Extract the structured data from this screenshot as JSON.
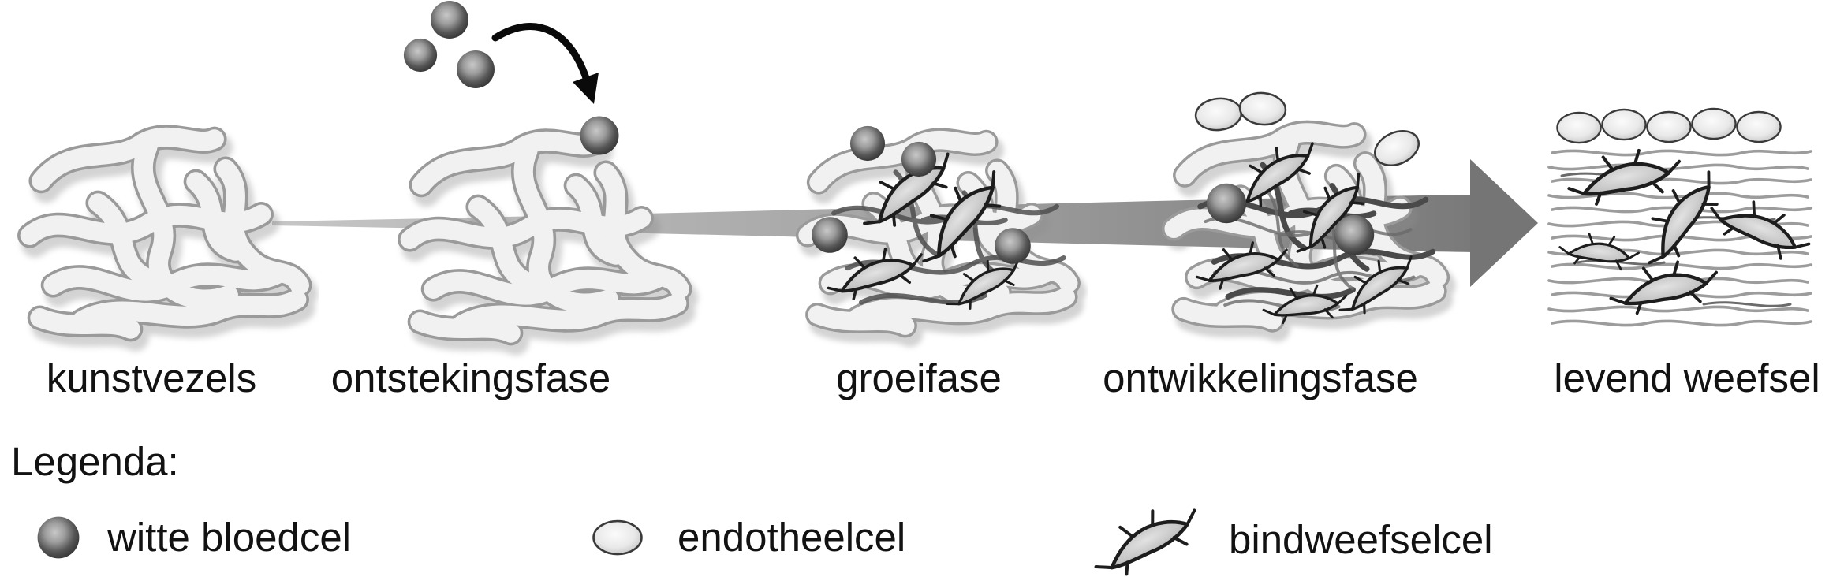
{
  "diagram": {
    "stages": [
      {
        "id": "kunstvezels",
        "label": "kunstvezels"
      },
      {
        "id": "ontstekingsfase",
        "label": "ontstekingsfase"
      },
      {
        "id": "groeifase",
        "label": "groeifase"
      },
      {
        "id": "ontwikkelingsfase",
        "label": "ontwikkelingsfase"
      },
      {
        "id": "levend-weefsel",
        "label": "levend weefsel"
      }
    ],
    "legend": {
      "title": "Legenda:",
      "items": [
        {
          "icon": "white-blood-cell-icon",
          "label": "witte bloedcel"
        },
        {
          "icon": "endothelial-cell-icon",
          "label": "endotheelcel"
        },
        {
          "icon": "connective-tissue-cell-icon",
          "label": "bindweefselcel"
        }
      ]
    },
    "colors": {
      "background": "#ffffff",
      "text": "#121212",
      "process_arrow_start": "#c6c6c6",
      "process_arrow_end": "#7a7a7a",
      "arrowhead": "#757575",
      "fiber_fill": "#f1f1f1",
      "fiber_outline": "#9a9a9a",
      "white_blood_cell": "#353535",
      "endothelial_cell": "#e9e9e9",
      "connective_tissue_cell_outline": "#1d1d1d",
      "seeding_arrow": "#0a0a0a"
    }
  }
}
